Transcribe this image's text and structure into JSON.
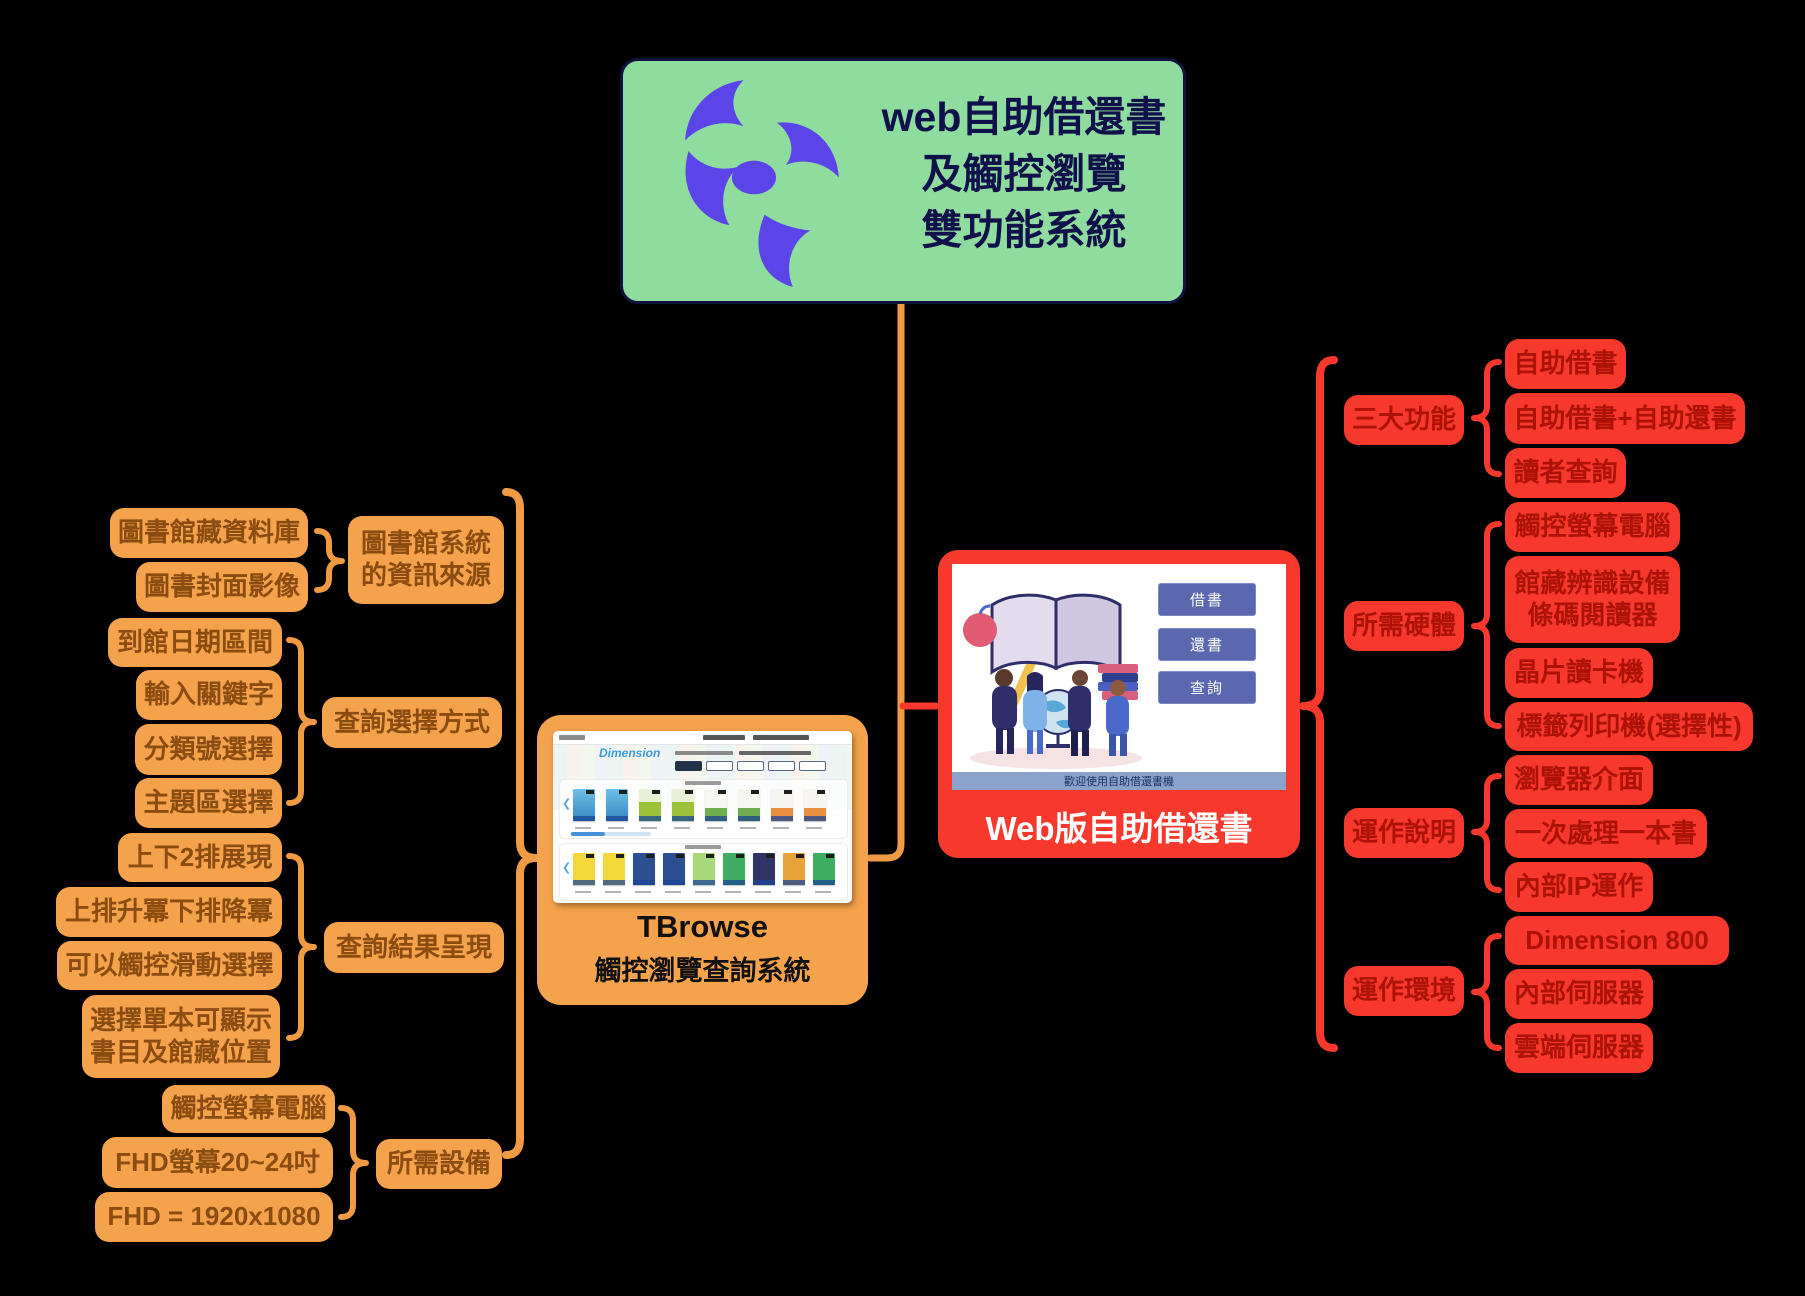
{
  "palette": {
    "background": "#000000",
    "root_green": "#8fdc9f",
    "root_text_navy": "#10104a",
    "logo_purple": "#5b45e8",
    "branch_orange": "#f4a24b",
    "orange_text": "#8a4c10",
    "branch_red": "#f7382c",
    "red_text": "#ad1206",
    "screen_button_blue": "#5a68b0",
    "screen_footer_bar": "#8ba2cd",
    "brand_blue": "#3a9ad9"
  },
  "root": {
    "title": "web自助借還書\n及觸控瀏覽\n雙功能系統",
    "logo": "abstract-purple-ribbon-logo"
  },
  "left": {
    "node": {
      "title": "TBrowse",
      "subtitle": "觸控瀏覽查詢系統",
      "screen_brand": "Dimension"
    },
    "groups": [
      {
        "label": "圖書館系統\n的資訊來源",
        "children": [
          "圖書館藏資料庫",
          "圖書封面影像"
        ]
      },
      {
        "label": "查詢選擇方式",
        "children": [
          "到館日期區間",
          "輸入關鍵字",
          "分類號選擇",
          "主題區選擇"
        ]
      },
      {
        "label": "查詢結果呈現",
        "children": [
          "上下2排展現",
          "上排升冪下排降冪",
          "可以觸控滑動選擇",
          "選擇單本可顯示\n書目及館藏位置"
        ]
      },
      {
        "label": "所需設備",
        "children": [
          "觸控螢幕電腦",
          "FHD螢幕20~24吋",
          "FHD = 1920x1080"
        ]
      }
    ]
  },
  "right": {
    "node": {
      "title": "Web版自助借還書",
      "buttons": [
        "借書",
        "還書",
        "查詢"
      ],
      "footer": "歡迎使用自助借還書機"
    },
    "groups": [
      {
        "label": "三大功能",
        "children": [
          "自助借書",
          "自助借書+自助還書",
          "讀者查詢"
        ]
      },
      {
        "label": "所需硬體",
        "children": [
          "觸控螢幕電腦",
          "館藏辨識設備\n條碼閱讀器",
          "晶片讀卡機",
          "標籤列印機(選擇性)"
        ]
      },
      {
        "label": "運作說明",
        "children": [
          "瀏覽器介面",
          "一次處理一本書",
          "內部IP運作"
        ]
      },
      {
        "label": "運作環境",
        "children": [
          "Dimension 800",
          "內部伺服器",
          "雲端伺服器"
        ]
      }
    ]
  }
}
